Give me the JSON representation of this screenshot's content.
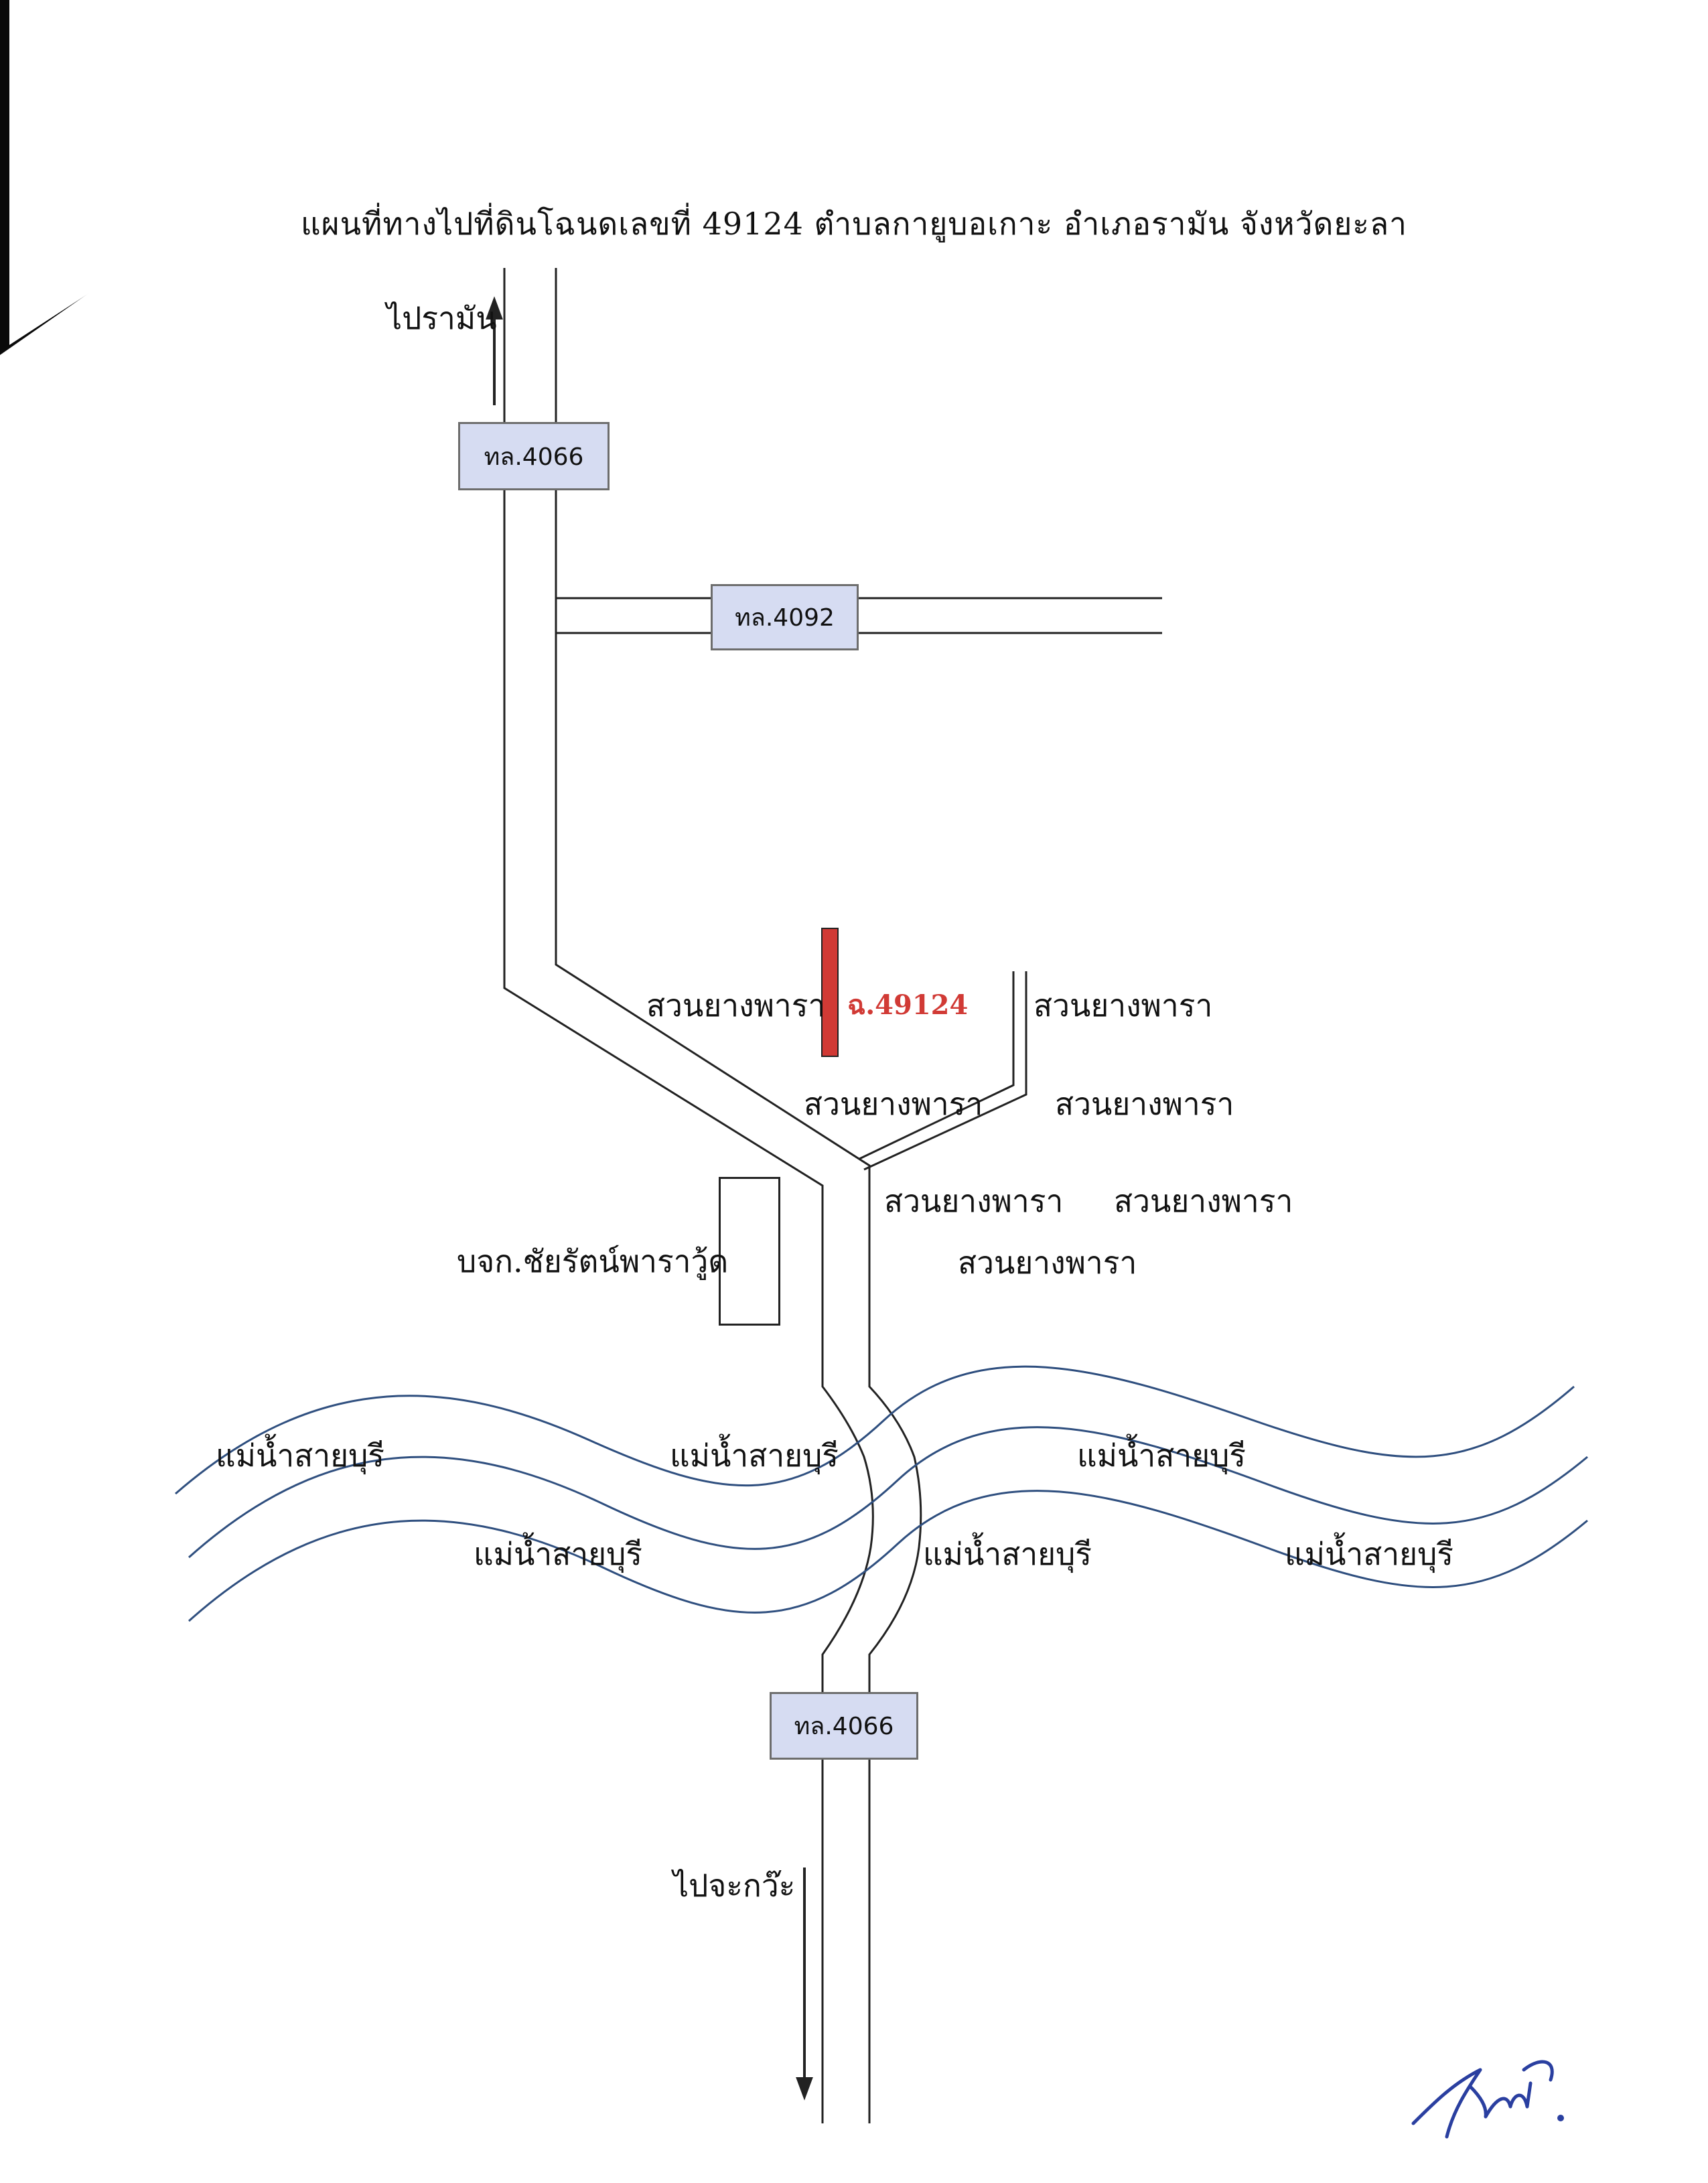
{
  "title": "แผนที่ทางไปที่ดินโฉนดเลขที่ 49124  ตำบลกายูบอเกาะ  อำเภอรามัน  จังหวัดยะลา",
  "directions": {
    "north": "ไปรามัน",
    "south": "ไปจะกว๊ะ"
  },
  "roads": {
    "north_route": "ทล.4066",
    "east_route": "ทล.4092",
    "south_route": "ทล.4066"
  },
  "parcel": {
    "label": "ฉ.49124",
    "color": "#d13a35"
  },
  "company": "บจก.ชัยรัตน์พาราวู้ด",
  "plantations": [
    "สวนยางพารา",
    "สวนยางพารา",
    "สวนยางพารา",
    "สวนยางพารา",
    "สวนยางพารา",
    "สวนยางพารา",
    "สวนยางพารา"
  ],
  "river_labels": [
    "แม่น้ำสายบุรี",
    "แม่น้ำสายบุรี",
    "แม่น้ำสายบุรี",
    "แม่น้ำสายบุรี",
    "แม่น้ำสายบุรี",
    "แม่น้ำสายบุรี"
  ],
  "colors": {
    "road_box_fill": "#d6dcf2",
    "river_line": "#2f4f7f",
    "parcel": "#d13a35",
    "signature_ink": "#2a3fa0"
  }
}
